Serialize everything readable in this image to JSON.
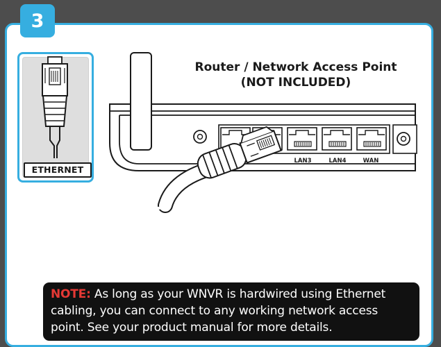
{
  "step": {
    "number": "3"
  },
  "ethernet": {
    "label": "ETHERNET"
  },
  "router": {
    "title_line1": "Router / Network Access Point",
    "title_line2": "(NOT INCLUDED)",
    "ports": [
      "LAN3",
      "LAN4",
      "WAN"
    ]
  },
  "note": {
    "label": "NOTE:",
    "text": " As long as your WNVR is hardwired using Ethernet cabling, you can connect to any working network access point. See your product manual for more details."
  },
  "colors": {
    "accent": "#36aee0",
    "background": "#4d4d4d",
    "note_label": "#e53935",
    "note_background": "#111111"
  }
}
